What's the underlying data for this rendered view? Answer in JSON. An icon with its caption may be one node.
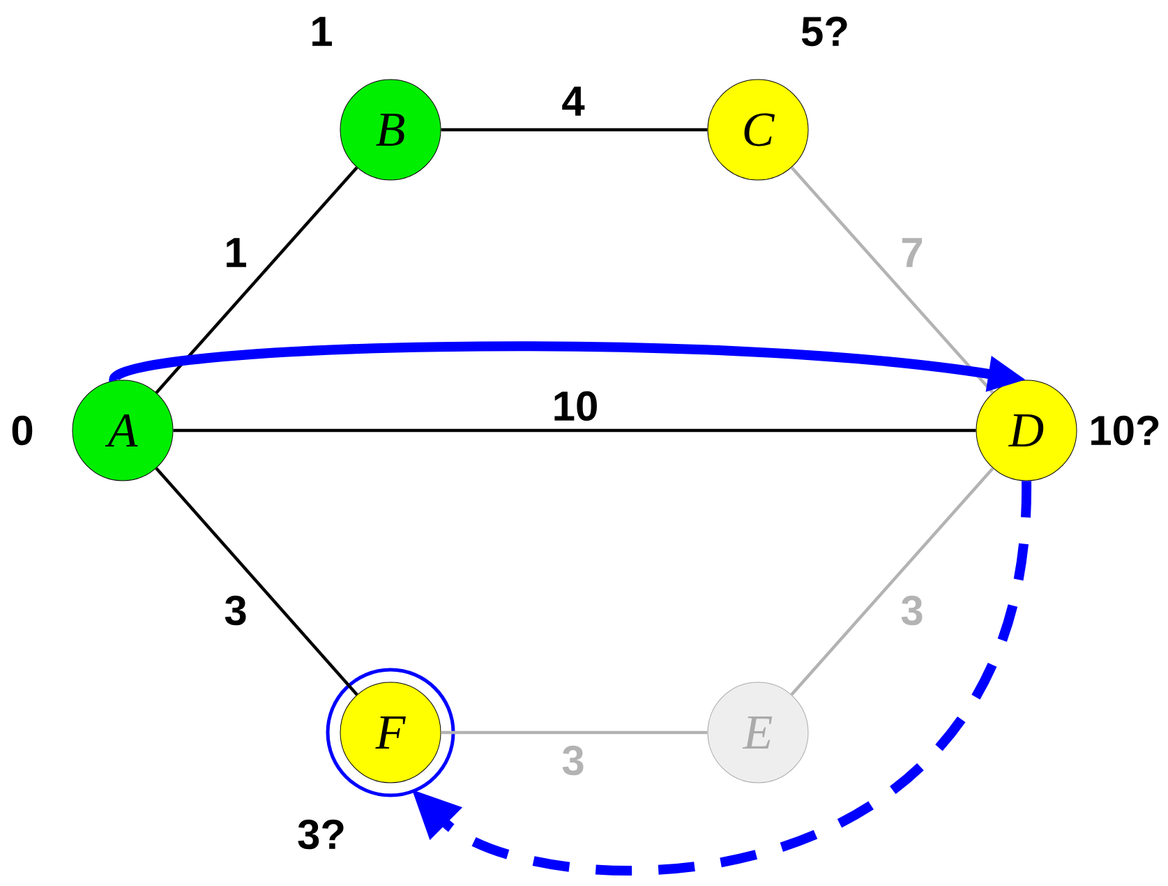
{
  "diagram": {
    "nodes": [
      {
        "text": [
          "A"
        ],
        "beside": [
          "0"
        ]
      },
      {
        "text": [
          "B"
        ],
        "beside": [
          "1"
        ]
      },
      {
        "text": [
          "C"
        ],
        "beside": [
          "5?"
        ]
      },
      {
        "text": [
          "D"
        ],
        "beside": [
          "10?"
        ]
      },
      {
        "text": [
          "E"
        ]
      },
      {
        "text": [
          "F"
        ],
        "beside": [
          "3?"
        ]
      }
    ],
    "edges": [
      {
        "from": 0,
        "to": 1,
        "arrow": "none",
        "label": "1"
      },
      {
        "from": 1,
        "to": 2,
        "arrow": "none",
        "label": "4"
      },
      {
        "from": 2,
        "to": 3,
        "arrow": "none",
        "label": "7",
        "color": "#b3b3b3"
      },
      {
        "from": 0,
        "to": 3,
        "arrow": "none",
        "label": "10"
      },
      {
        "from": 3,
        "to": 4,
        "arrow": "none",
        "label": "3",
        "color": "#b3b3b3"
      },
      {
        "from": 4,
        "to": 5,
        "arrow": "none",
        "label": "3",
        "color": "#b3b3b3"
      },
      {
        "from": 0,
        "to": 5,
        "arrow": "none",
        "label": "3"
      },
      {
        "from": 0,
        "to": 3,
        "arrow": "to",
        "style": "thick",
        "color": "#0000ff"
      },
      {
        "from": 3,
        "to": 5,
        "arrow": "to",
        "style": "dashed",
        "color": "#0000ff"
      }
    ]
  }
}
